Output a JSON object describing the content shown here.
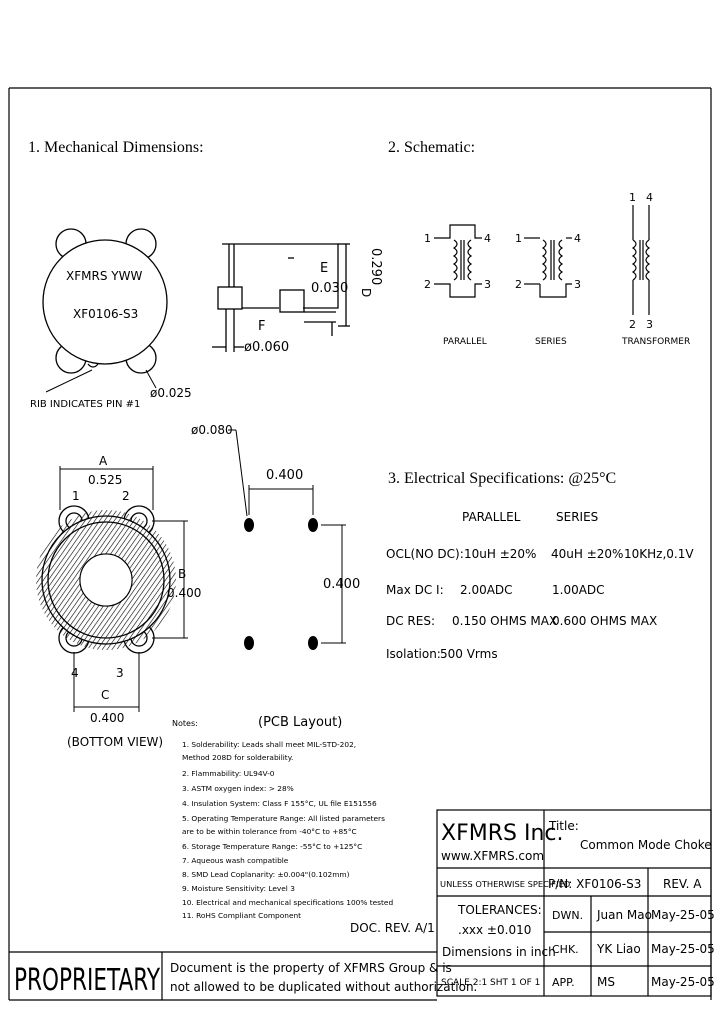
{
  "sections": {
    "mechanical": "1. Mechanical Dimensions:",
    "schematic": "2. Schematic:",
    "electrical": "3. Electrical Specifications: @25°C"
  },
  "part_top": {
    "marking_line1": "XFMRS YWW",
    "marking_line2": "XF0106-S3",
    "rib_note": "RIB INDICATES PIN #1",
    "dia_025": "ø0.025"
  },
  "side_view": {
    "e_label": "E",
    "e_value": "0.030",
    "d_label": "D",
    "d_value": "0.290",
    "f_label": "F",
    "f_value": "ø0.060"
  },
  "bottom_view": {
    "a_label": "A",
    "a_value": "0.525",
    "b_label": "B",
    "b_value": "0.400",
    "c_label": "C",
    "c_value": "0.400",
    "caption": "(BOTTOM VIEW)",
    "pins": [
      "1",
      "2",
      "3",
      "4"
    ]
  },
  "pcb_layout": {
    "dia": "ø0.080",
    "h_spacing": "0.400",
    "v_spacing": "0.400",
    "caption": "(PCB Layout)"
  },
  "schematic": {
    "parallel": "PARALLEL",
    "series": "SERIES",
    "transformer": "TRANSFORMER",
    "pins": [
      "1",
      "2",
      "3",
      "4"
    ]
  },
  "electrical": {
    "col_parallel": "PARALLEL",
    "col_series": "SERIES",
    "rows": [
      {
        "label": "OCL(NO DC):",
        "parallel": "10uH ±20%",
        "series": "40uH ±20%",
        "extra": "10KHz,0.1V"
      },
      {
        "label": "Max DC I:",
        "parallel": "2.00ADC",
        "series": "1.00ADC",
        "extra": ""
      },
      {
        "label": "DC RES:",
        "parallel": "0.150 OHMS MAX",
        "series": "0.600 OHMS MAX",
        "extra": ""
      },
      {
        "label": "Isolation:",
        "parallel": "500 Vrms",
        "series": "",
        "extra": ""
      }
    ]
  },
  "notes": {
    "heading": "Notes:",
    "items": [
      "1. Solderability: Leads shall meet MIL-STD-202,",
      "    Method 208D for solderability.",
      "2. Flammability: UL94V-0",
      "3. ASTM oxygen index: > 28%",
      "4. Insulation System: Class F 155°C, UL file E151556",
      "5. Operating Temperature Range: All listed parameters",
      "    are to be within tolerance from -40°C to +85°C",
      "6. Storage Temperature Range: -55°C to +125°C",
      "7. Aqueous wash compatible",
      "8. SMD Lead Coplanarity: ±0.004\"(0.102mm)",
      "9. Moisture Sensitivity: Level 3",
      "10. Electrical and mechanical specifications 100% tested",
      "11. RoHS Compliant Component"
    ],
    "doc_rev": "DOC. REV. A/1"
  },
  "title_block": {
    "company": "XFMRS Inc.",
    "website": "www.XFMRS.com",
    "title_label": "Title:",
    "title_value": "Common Mode Choke",
    "unless": "UNLESS OTHERWISE SPECIFIED",
    "pn": "P/N: XF0106-S3",
    "rev": "REV. A",
    "tolerances": "TOLERANCES:",
    "tol_value": ".xxx ±0.010",
    "dimensions": "Dimensions in inch",
    "dwn_label": "DWN.",
    "dwn_name": "Juan Mao",
    "dwn_date": "May-25-05",
    "chk_label": "CHK.",
    "chk_name": "YK Liao",
    "chk_date": "May-25-05",
    "app_label": "APP.",
    "app_name": "MS",
    "app_date": "May-25-05",
    "scale": "SCALE 2:1 SHT 1 OF 1",
    "proprietary": "PROPRIETARY",
    "prop_line1": "Document is the property of XFMRS Group & is",
    "prop_line2": "not allowed to be duplicated without authorization."
  }
}
